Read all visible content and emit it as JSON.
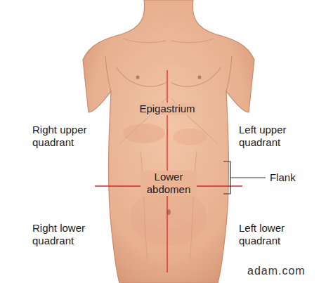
{
  "diagram": {
    "labels": [
      "Epigastrium",
      "Right upper quadrant",
      "Left upper quadrant",
      "Lower abdomen",
      "Flank",
      "Right lower quadrant",
      "Left lower quadrant",
      "adam.com"
    ]
  }
}
